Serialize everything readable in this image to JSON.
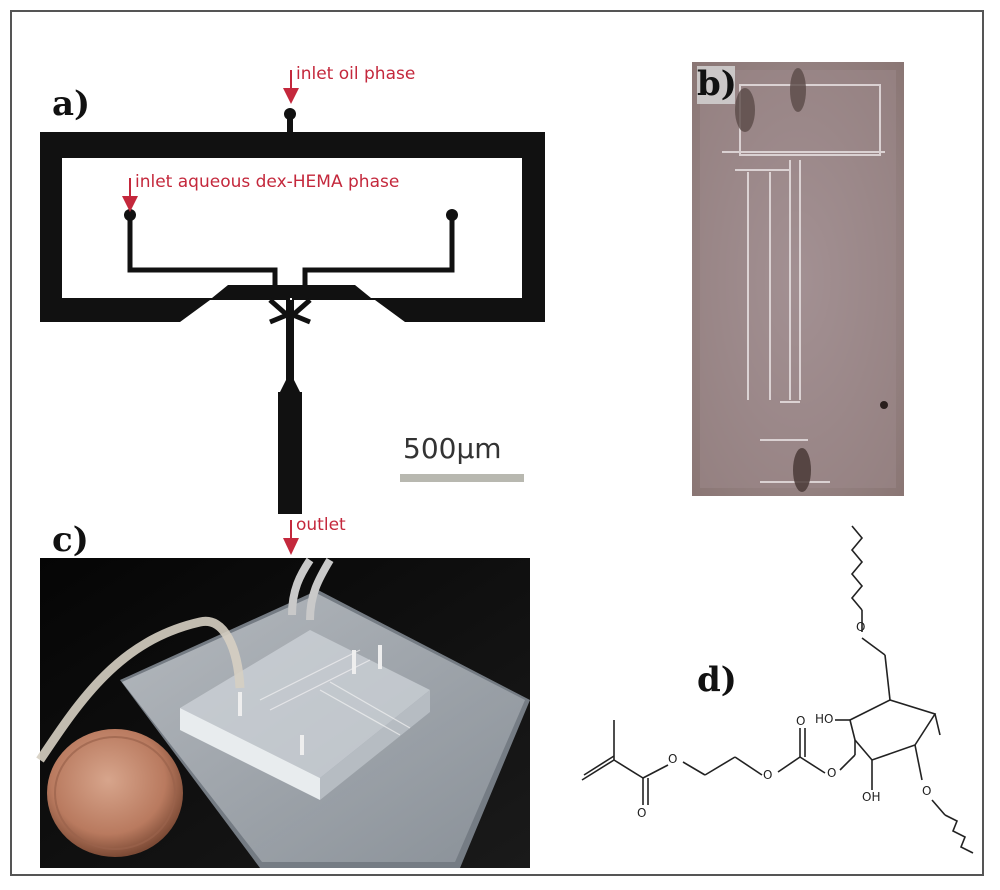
{
  "figure": {
    "panels": {
      "a": {
        "label": "a)"
      },
      "b": {
        "label": "b)"
      },
      "c": {
        "label": "c)"
      },
      "d": {
        "label": "d)"
      }
    },
    "annotations": {
      "inlet_oil": "inlet oil phase",
      "inlet_aqueous": "inlet aqueous dex-HEMA phase",
      "outlet": "outlet"
    },
    "scale_bar": {
      "label": "500μm"
    },
    "molecule": {
      "oh_top": "HO",
      "oh_bottom": "OH",
      "o_labels": [
        "O",
        "O",
        "O",
        "O",
        "O",
        "O",
        "O"
      ]
    },
    "colors": {
      "arrow": "#c4283c",
      "channel": "#111111",
      "scale_bar": "#b8b8b0"
    }
  }
}
